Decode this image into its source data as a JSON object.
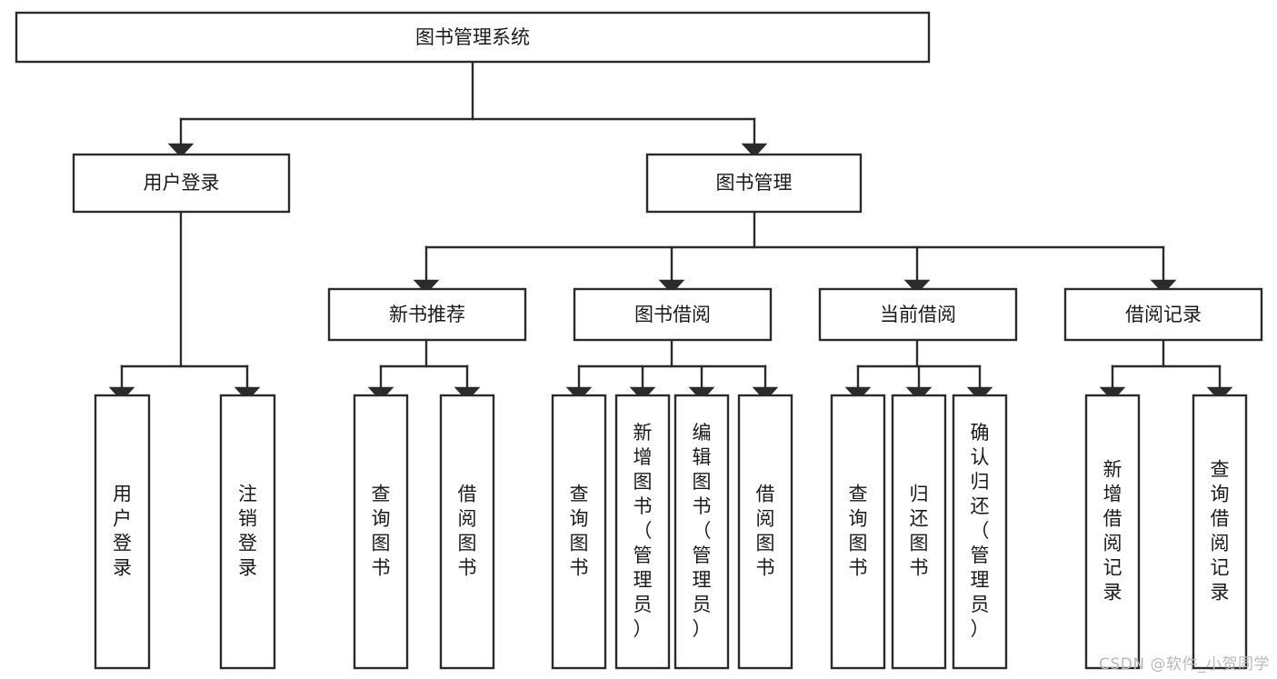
{
  "diagram": {
    "title": "图书管理系统",
    "type": "tree-hierarchy-chart",
    "watermark": "CSDN @软件_小贺同学",
    "colors": {
      "stroke": "#2b2b2b",
      "fill": "#ffffff",
      "text": "#1a1a1a",
      "watermark": "#b9b9b9"
    },
    "levels": {
      "root": {
        "label": "图书管理系统"
      },
      "level2": [
        {
          "id": "user-login",
          "label": "用户登录"
        },
        {
          "id": "book-management",
          "label": "图书管理"
        }
      ],
      "level3": [
        {
          "id": "new-book-recommend",
          "label": "新书推荐",
          "parent": "book-management"
        },
        {
          "id": "book-borrow",
          "label": "图书借阅",
          "parent": "book-management"
        },
        {
          "id": "current-borrow",
          "label": "当前借阅",
          "parent": "book-management"
        },
        {
          "id": "borrow-record",
          "label": "借阅记录",
          "parent": "book-management"
        }
      ],
      "leaves": [
        {
          "id": "leaf-user-login",
          "label": "用户登录",
          "parent": "user-login"
        },
        {
          "id": "leaf-logout-login",
          "label": "注销登录",
          "parent": "user-login"
        },
        {
          "id": "leaf-query-book-1",
          "label": "查询图书",
          "parent": "new-book-recommend"
        },
        {
          "id": "leaf-borrow-book-1",
          "label": "借阅图书",
          "parent": "new-book-recommend"
        },
        {
          "id": "leaf-query-book-2",
          "label": "查询图书",
          "parent": "book-borrow"
        },
        {
          "id": "leaf-add-book",
          "label": "新增图书（管理员）",
          "parent": "book-borrow"
        },
        {
          "id": "leaf-edit-book",
          "label": "编辑图书（管理员）",
          "parent": "book-borrow"
        },
        {
          "id": "leaf-borrow-book-2",
          "label": "借阅图书",
          "parent": "book-borrow"
        },
        {
          "id": "leaf-query-book-3",
          "label": "查询图书",
          "parent": "current-borrow"
        },
        {
          "id": "leaf-return-book",
          "label": "归还图书",
          "parent": "current-borrow"
        },
        {
          "id": "leaf-confirm-return",
          "label": "确认归还（管理员）",
          "parent": "current-borrow"
        },
        {
          "id": "leaf-add-record",
          "label": "新增借阅记录",
          "parent": "borrow-record"
        },
        {
          "id": "leaf-query-record",
          "label": "查询借阅记录",
          "parent": "borrow-record"
        }
      ]
    }
  }
}
